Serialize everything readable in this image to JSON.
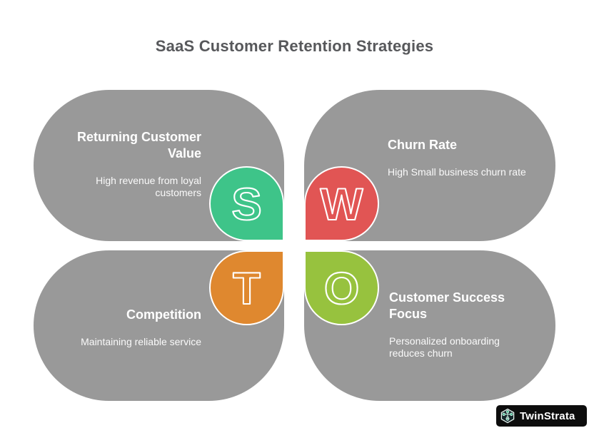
{
  "title": "SaaS Customer Retention Strategies",
  "title_color": "#57585b",
  "background_color": "#ffffff",
  "panel_color": "#999999",
  "text_color": "#ffffff",
  "quadrants": {
    "strengths": {
      "letter": "S",
      "heading": "Returning Customer Value",
      "description": "High revenue from loyal customers",
      "color": "#3ec489"
    },
    "weaknesses": {
      "letter": "W",
      "heading": "Churn Rate",
      "description": "High Small business churn rate",
      "color": "#e15554"
    },
    "threats": {
      "letter": "T",
      "heading": "Competition",
      "description": "Maintaining reliable service",
      "color": "#df882f"
    },
    "opportunities": {
      "letter": "O",
      "heading": "Customer Success Focus",
      "description": "Personalized onboarding reduces churn",
      "color": "#97c23e"
    }
  },
  "logo": {
    "label": "TwinStrata",
    "icon": "molecule-hexagon-icon",
    "bg_color": "#0d0d0d",
    "node_color": "#4fc49a",
    "outline_color": "#e9f7f2"
  }
}
